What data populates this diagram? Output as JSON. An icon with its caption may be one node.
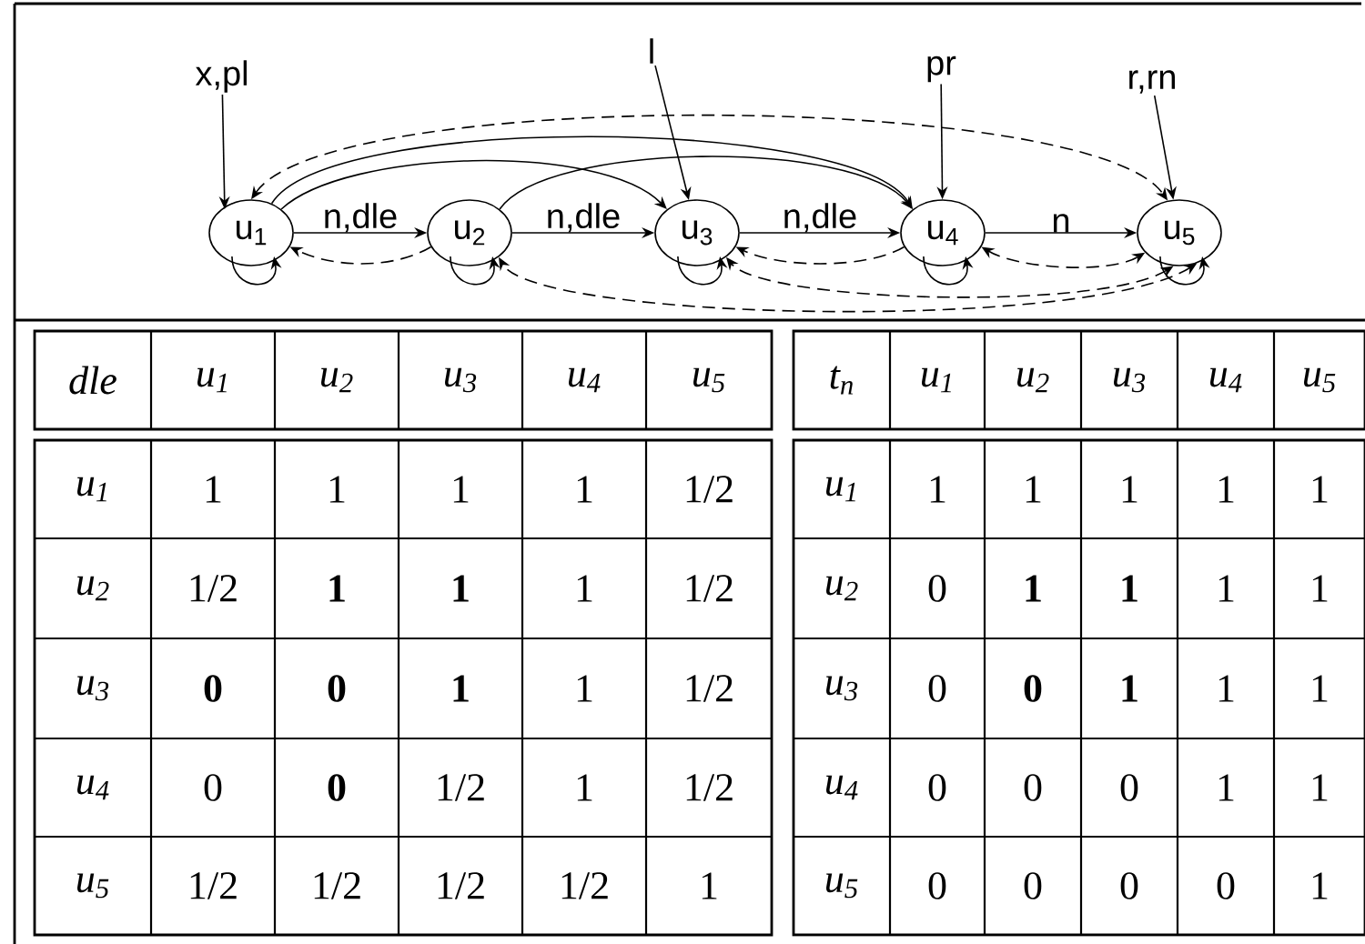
{
  "diagram": {
    "nodes": [
      {
        "text": [
          "u$_{1}$"
        ]
      },
      {
        "text": [
          "u$_{2}$"
        ]
      },
      {
        "text": [
          "u$_{3}$"
        ]
      },
      {
        "text": [
          "u$_{4}$"
        ]
      },
      {
        "text": [
          "u$_{5}$"
        ]
      },
      {
        "text": [
          "x,pl"
        ]
      },
      {
        "text": [
          "l"
        ]
      },
      {
        "text": [
          "pr"
        ]
      },
      {
        "text": [
          "r,rn"
        ]
      }
    ],
    "edges": [
      {
        "from": 5,
        "to": 0,
        "arrow": "to"
      },
      {
        "from": 6,
        "to": 2,
        "arrow": "to"
      },
      {
        "from": 7,
        "to": 3,
        "arrow": "to"
      },
      {
        "from": 8,
        "to": 4,
        "arrow": "to"
      },
      {
        "from": 0,
        "to": 1,
        "arrow": "to",
        "label": "n,dle"
      },
      {
        "from": 1,
        "to": 2,
        "arrow": "to",
        "label": "n,dle"
      },
      {
        "from": 2,
        "to": 3,
        "arrow": "to",
        "label": "n,dle"
      },
      {
        "from": 3,
        "to": 4,
        "arrow": "to",
        "label": "n"
      },
      {
        "from": 1,
        "to": 0,
        "arrow": "to",
        "style": "dashed"
      },
      {
        "from": 3,
        "to": 2,
        "arrow": "to",
        "style": "dashed"
      },
      {
        "from": 3,
        "to": 4,
        "arrow": "both",
        "style": "dashed"
      },
      {
        "from": 0,
        "to": 0,
        "arrow": "to"
      },
      {
        "from": 1,
        "to": 1,
        "arrow": "to"
      },
      {
        "from": 2,
        "to": 2,
        "arrow": "to"
      },
      {
        "from": 3,
        "to": 3,
        "arrow": "to"
      },
      {
        "from": 4,
        "to": 4,
        "arrow": "to"
      },
      {
        "from": 0,
        "to": 2,
        "arrow": "to"
      },
      {
        "from": 0,
        "to": 3,
        "arrow": "to"
      },
      {
        "from": 1,
        "to": 3,
        "arrow": "to"
      },
      {
        "from": 0,
        "to": 4,
        "arrow": "both",
        "style": "dashed"
      },
      {
        "from": 4,
        "to": 2,
        "arrow": "both",
        "style": "dashed"
      },
      {
        "from": 4,
        "to": 1,
        "arrow": "both",
        "style": "dashed"
      }
    ],
    "labels": [
      "dle",
      "u$_{1}$",
      "u$_{2}$",
      "u$_{3}$",
      "u$_{4}$",
      "u$_{5}$",
      "u$_{1}$",
      "1",
      "1",
      "1",
      "1",
      "1/2",
      "u$_{2}$",
      "1/2",
      "1",
      "1",
      "1",
      "1/2",
      "u$_{3}$",
      "0",
      "0",
      "1",
      "1",
      "1/2",
      "u$_{4}$",
      "0",
      "0",
      "1/2",
      "1",
      "1/2",
      "u$_{5}$",
      "1/2",
      "1/2",
      "1/2",
      "1/2",
      "1",
      "t$_{n}$",
      "u$_{1}$",
      "u$_{2}$",
      "u$_{3}$",
      "u$_{4}$",
      "u$_{5}$",
      "u$_{1}$",
      "1",
      "1",
      "1",
      "1",
      "1",
      "u$_{2}$",
      "0",
      "1",
      "1",
      "1",
      "1",
      "u$_{3}$",
      "0",
      "0",
      "1",
      "1",
      "1",
      "u$_{4}$",
      "0",
      "0",
      "0",
      "1",
      "1",
      "u$_{5}$",
      "0",
      "0",
      "0",
      "0",
      "1"
    ]
  }
}
